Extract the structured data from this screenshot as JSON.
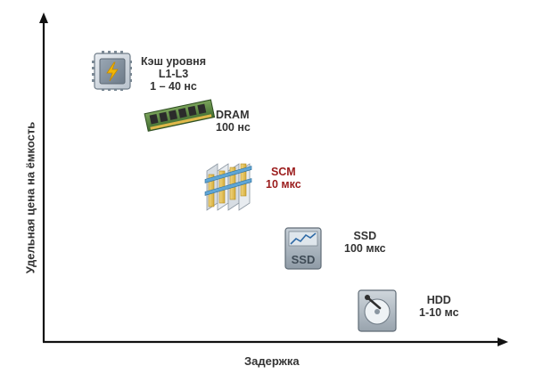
{
  "axes": {
    "y_label": "Удельная цена на ёмкость",
    "x_label": "Задержка"
  },
  "tiers": [
    {
      "id": "cache",
      "icon": "cpu-chip-icon",
      "lines": [
        "Кэш уровня",
        "L1-L3",
        "1 – 40 нс"
      ],
      "color": "#333333"
    },
    {
      "id": "dram",
      "icon": "ram-module-icon",
      "lines": [
        "DRAM",
        "100 нс"
      ],
      "color": "#333333"
    },
    {
      "id": "scm",
      "icon": "scm-layers-icon",
      "lines": [
        "SCM",
        "10 мкс"
      ],
      "color": "#9b1c1c"
    },
    {
      "id": "ssd",
      "icon": "ssd-icon",
      "lines": [
        "SSD",
        "100 мкс"
      ],
      "color": "#333333"
    },
    {
      "id": "hdd",
      "icon": "hdd-icon",
      "lines": [
        "HDD",
        "1-10 мс"
      ],
      "color": "#333333"
    }
  ],
  "colors": {
    "axis": "#111111",
    "highlight": "#9b1c1c"
  }
}
